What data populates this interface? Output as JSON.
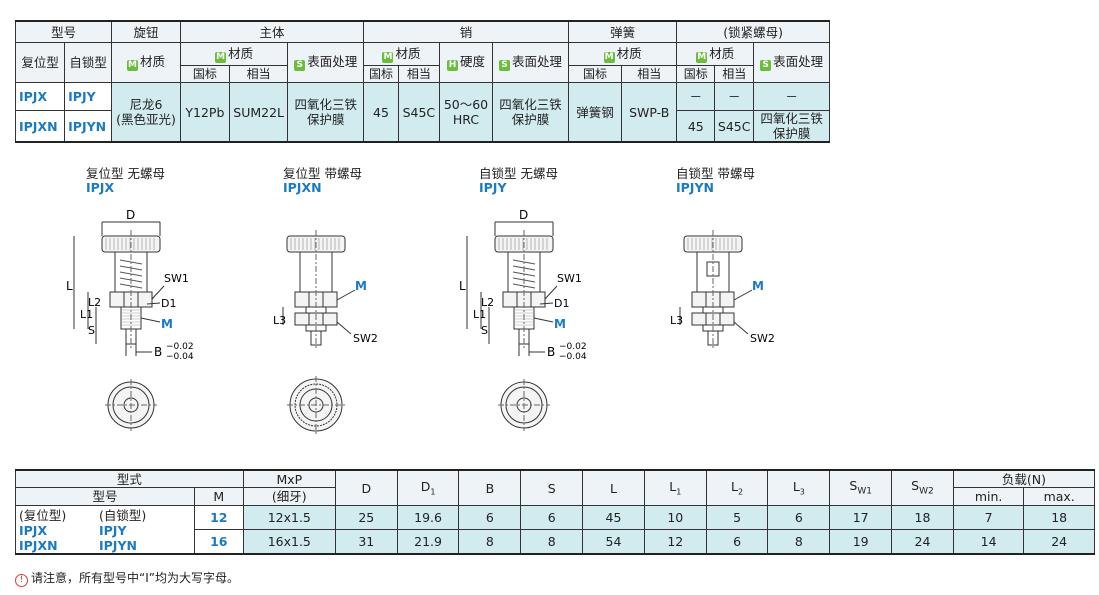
{
  "material_table": {
    "headers": {
      "model": "型号",
      "knob": "旋钮",
      "body": "主体",
      "pin": "销",
      "spring": "弹簧",
      "locknut": "(锁紧螺母)",
      "reset_type": "复位型",
      "self_lock_type": "自锁型",
      "material": "材质",
      "surface": "表面处理",
      "hardness": "硬度",
      "standard": "国标",
      "equivalent": "相当"
    },
    "badges": {
      "m": "M",
      "s": "S",
      "h": "H"
    },
    "row1": {
      "reset_model": "IPJX",
      "lock_model": "IPJY",
      "knob_material": "尼龙6\n(黑色亚光)",
      "body_std": "Y12Pb",
      "body_eq": "SUM22L",
      "body_surface": "四氧化三铁\n保护膜",
      "pin_std": "45",
      "pin_eq": "S45C",
      "pin_hardness": "50～60\nHRC",
      "pin_surface": "四氧化三铁\n保护膜",
      "spring_std": "弹簧钢",
      "spring_eq": "SWP-B",
      "nut_std": "－",
      "nut_eq": "－",
      "nut_surface": "－"
    },
    "row2": {
      "reset_model": "IPJXN",
      "lock_model": "IPJYN",
      "nut_std": "45",
      "nut_eq": "S45C",
      "nut_surface": "四氧化三铁\n保护膜"
    }
  },
  "drawings": [
    {
      "title": "复位型 无螺母",
      "code": "IPJX"
    },
    {
      "title": "复位型 带螺母",
      "code": "IPJXN"
    },
    {
      "title": "自锁型 无螺母",
      "code": "IPJY"
    },
    {
      "title": "自锁型 带螺母",
      "code": "IPJYN"
    }
  ],
  "drawing_labels": {
    "d": "D",
    "l": "L",
    "l1": "L1",
    "l2": "L2",
    "l3": "L3",
    "s": "S",
    "sw1": "SW1",
    "sw2": "SW2",
    "d1": "D1",
    "m": "M",
    "b": "B",
    "tol_upper": "−0.02",
    "tol_lower": "−0.04"
  },
  "dimension_table": {
    "headers": {
      "type_format": "型式",
      "model": "型号",
      "m": "M",
      "mxp": "MxP",
      "thread": "(细牙)",
      "d": "D",
      "d1": "D",
      "d1_sub": "1",
      "b": "B",
      "s": "S",
      "l": "L",
      "l1": "L",
      "l1_sub": "1",
      "l2": "L",
      "l2_sub": "2",
      "l3": "L",
      "l3_sub": "3",
      "sw1": "S",
      "sw1_sub": "W1",
      "sw2": "S",
      "sw2_sub": "W2",
      "load": "负载(N)",
      "min": "min.",
      "max": "max."
    },
    "models": {
      "reset_label": "(复位型)",
      "lock_label": "(自锁型)",
      "reset_1": "IPJX",
      "lock_1": "IPJY",
      "reset_2": "IPJXN",
      "lock_2": "IPJYN"
    },
    "rows": [
      {
        "m": "12",
        "mxp": "12x1.5",
        "d": "25",
        "d1": "19.6",
        "b": "6",
        "s": "6",
        "l": "45",
        "l1": "10",
        "l2": "5",
        "l3": "6",
        "sw1": "17",
        "sw2": "18",
        "min": "7",
        "max": "18"
      },
      {
        "m": "16",
        "mxp": "16x1.5",
        "d": "31",
        "d1": "21.9",
        "b": "8",
        "s": "8",
        "l": "54",
        "l1": "12",
        "l2": "6",
        "l3": "8",
        "sw1": "19",
        "sw2": "24",
        "min": "14",
        "max": "24"
      }
    ]
  },
  "note": {
    "icon": "!",
    "text": "请注意，所有型号中“I”均为大写字母。"
  }
}
